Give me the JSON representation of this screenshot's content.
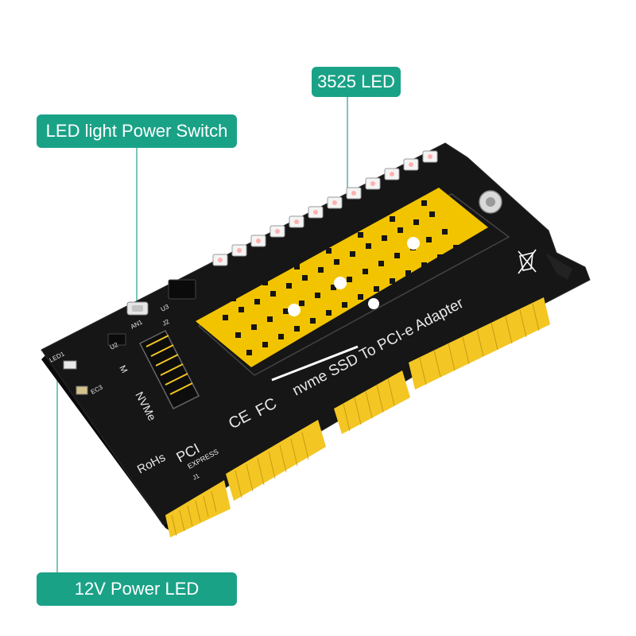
{
  "callouts": {
    "led_3525": "3525  LED",
    "power_switch": "LED light Power Switch",
    "power_led": "12V Power LED"
  },
  "board": {
    "title": "nvme  SSD  To  PCI-e  Adapter",
    "slot_label": "NVMe",
    "m_key": "M",
    "rohs": "RoHs",
    "pci": "PCI",
    "express": "EXPRESS",
    "ce": "CE",
    "fc": "FC",
    "j1": "J1",
    "j2": "J2",
    "u2": "U2",
    "u3": "U3",
    "an1": "AN1",
    "led1": "LED1",
    "ec3": "EC3"
  },
  "colors": {
    "accent": "#1aa287",
    "pcb": "#151515",
    "gold": "#f3c623",
    "heatsink": "#f2c400"
  }
}
